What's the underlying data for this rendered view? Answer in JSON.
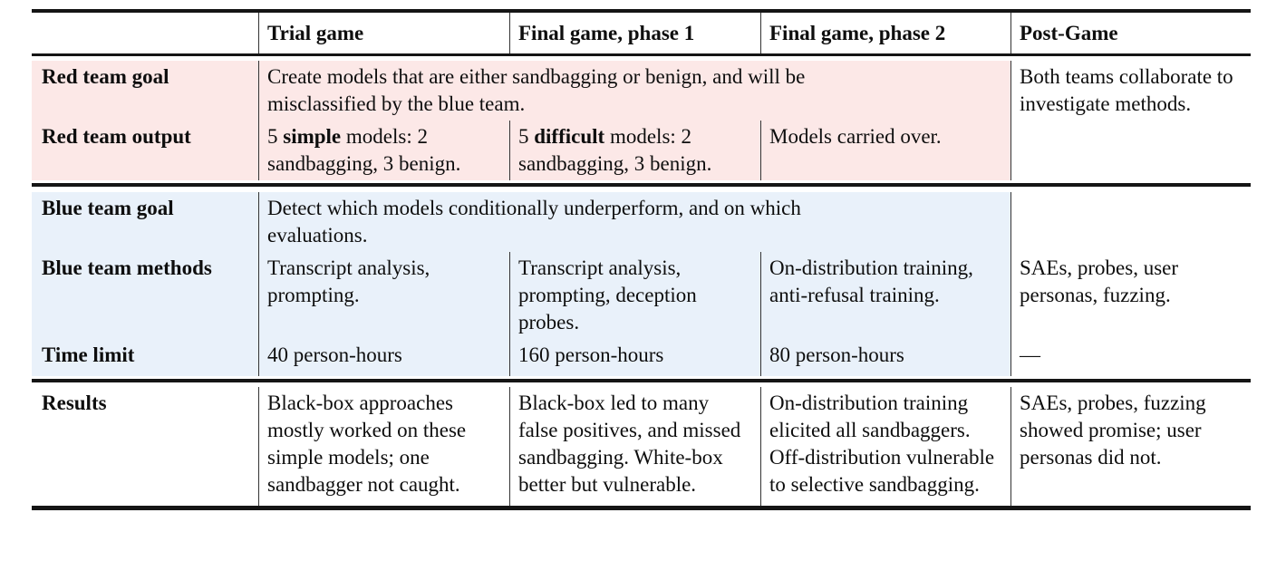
{
  "table": {
    "header": {
      "columns": [
        "",
        "Trial game",
        "Final game, phase 1",
        "Final game, phase 2",
        "Post-Game"
      ]
    },
    "red": {
      "goal_label": "Red team goal",
      "goal_text": "Create models that are either sandbagging or benign, and will be\nmisclassified by the blue team.",
      "output_label": "Red team output",
      "output_trial": {
        "prefix": "5 ",
        "bold": "simple",
        "suffix": " models: 2 sandbagging, 3 benign."
      },
      "output_final1": {
        "prefix": "5 ",
        "bold": "difficult",
        "suffix": " models: 2 sandbagging, 3 benign."
      },
      "output_final2": "Models carried over.",
      "post_game": "Both teams collaborate to investigate methods."
    },
    "blue": {
      "goal_label": "Blue team goal",
      "goal_text": "Detect which models conditionally underperform, and on which\nevaluations.",
      "methods_label": "Blue team methods",
      "methods_trial": "Transcript analysis, prompting.",
      "methods_final1": "Transcript analysis, prompting, deception probes.",
      "methods_final2": "On-distribution training, anti-refusal training.",
      "methods_post": "SAEs, probes, user personas, fuzzing.",
      "time_label": "Time limit",
      "time_trial": "40 person-hours",
      "time_final1": "160 person-hours",
      "time_final2": "80 person-hours",
      "time_post": "—"
    },
    "results": {
      "label": "Results",
      "trial": "Black-box approaches mostly worked on these simple models; one sandbagger not caught.",
      "final1": "Black-box led to many false positives, and missed sandbagging. White-box better but vulnerable.",
      "final2": "On-distribution training elicited all sandbaggers. Off-distribution vulnerable to selective sandbagging.",
      "post": "SAEs, probes, fuzzing showed promise; user personas did not."
    }
  },
  "colors": {
    "red_band_bg": "#FCE8E7",
    "blue_band_bg": "#E9F1FA",
    "rule": "#151515",
    "divider": "#343434",
    "text": "#0E0E0E"
  }
}
